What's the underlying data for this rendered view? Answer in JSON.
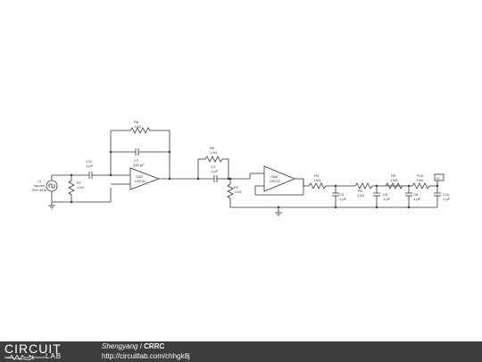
{
  "schematic": {
    "source": {
      "name": "I1",
      "type": "square",
      "freq": "200 mHz"
    },
    "labels": {
      "C11": {
        "name": "C11",
        "value": "1 µF"
      },
      "R7": {
        "name": "R7",
        "value": "1 kΩ"
      },
      "R8": {
        "name": "R8",
        "value": "1 kΩ"
      },
      "C7": {
        "name": "C7",
        "value": "200 µF"
      },
      "OA2": {
        "name": "OA2",
        "part": "LM741"
      },
      "R6": {
        "name": "R6",
        "value": "1 kΩ"
      },
      "C4": {
        "name": "C4",
        "value": "1 µF"
      },
      "R2": {
        "name": "R2",
        "value": "1 kΩ"
      },
      "OA6": {
        "name": "OA6",
        "part": "LM741"
      },
      "R4": {
        "name": "R4",
        "value": "1 kΩ"
      },
      "C5": {
        "name": "C5",
        "value": "1 µF"
      },
      "R5": {
        "name": "R5",
        "value": "1 kΩ"
      },
      "C6": {
        "name": "C6",
        "value": "1 µF"
      },
      "R9": {
        "name": "R9",
        "value": "1 kΩ"
      },
      "C8": {
        "name": "C8",
        "value": "1 µF"
      },
      "R10": {
        "name": "R10",
        "value": "1 kΩ"
      },
      "C10": {
        "name": "C10",
        "value": "1 µF"
      }
    },
    "probe": "a1"
  },
  "footer": {
    "logo_top": "CIRCUIT",
    "logo_bottom": "LAB",
    "author": "Shengyang",
    "separator": " / ",
    "title": "CRRC",
    "url": "http://circuitlab.com/chhgk8j"
  }
}
